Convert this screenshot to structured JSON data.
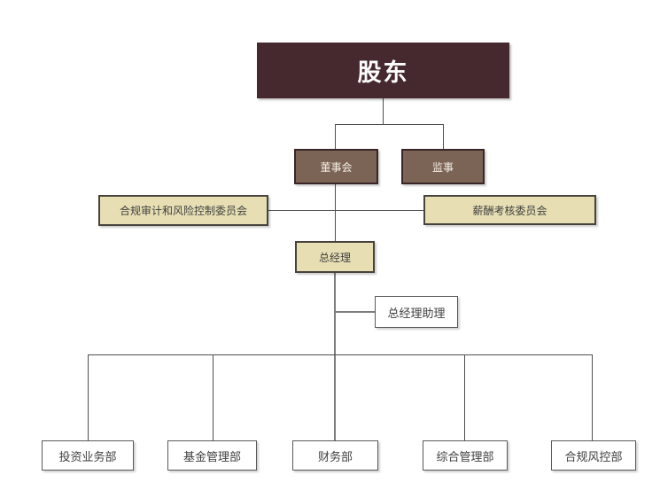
{
  "chart_title": "",
  "colors": {
    "shareholder_box": "#45292e",
    "board_box": "#7b6355",
    "board_border": "#3a2528",
    "committee_box": "#e7dfb3",
    "committee_border": "#47433c",
    "plain_border": "#595959",
    "line": "#4f4f4f",
    "line_gray": "#7d7d7d",
    "text_dark": "#3f3f3f",
    "text_light": "#f5efe6"
  },
  "nodes": {
    "shareholders": {
      "label": "股东"
    },
    "board": {
      "label": "董事会"
    },
    "supervisor": {
      "label": "监事"
    },
    "audit_committee": {
      "label": "合规审计和风险控制委员会"
    },
    "remuneration_committee": {
      "label": "薪酬考核委员会"
    },
    "general_manager": {
      "label": "总经理"
    },
    "gm_assistant": {
      "label": "总经理助理"
    },
    "departments": [
      {
        "label": "投资业务部"
      },
      {
        "label": "基金管理部"
      },
      {
        "label": "财务部"
      },
      {
        "label": "综合管理部"
      },
      {
        "label": "合规风控部"
      }
    ]
  }
}
